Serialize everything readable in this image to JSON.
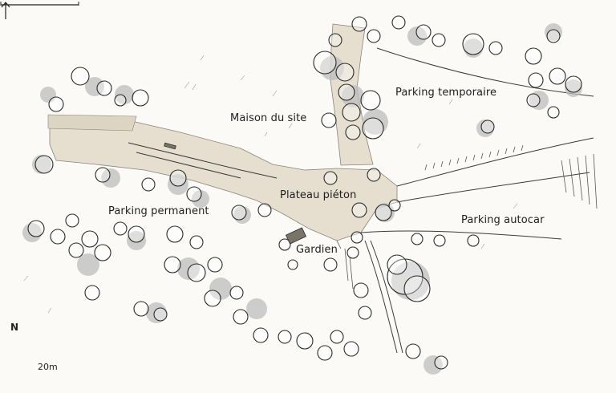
{
  "map": {
    "labels": {
      "maison_du_site": "Maison du site",
      "parking_temporaire": "Parking temporaire",
      "plateau_pieton": "Plateau piéton",
      "parking_permanent": "Parking permanent",
      "parking_autocar": "Parking autocar",
      "gardien": "Gardien"
    },
    "north_label": "N",
    "scale_label": "20m",
    "colors": {
      "paving": "#e6dfcf",
      "tree_shadow": "#bdbdbd",
      "ink": "#2a2a2a",
      "background": "#fbfaf7"
    },
    "icons": {
      "north": "north-arrow-icon",
      "scale": "scale-bar-icon"
    }
  }
}
